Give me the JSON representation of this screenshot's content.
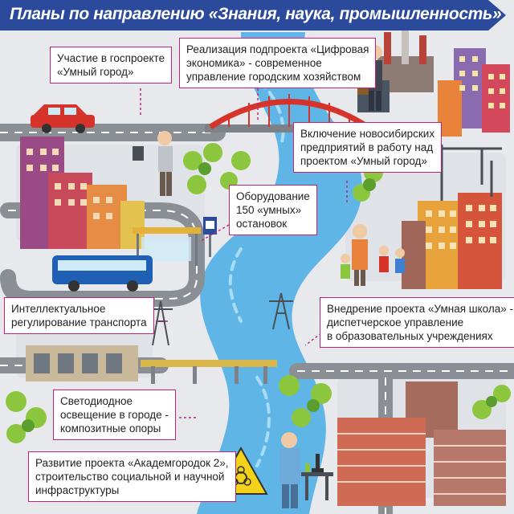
{
  "title": "Планы по направлению «Знания, наука, промышленность»",
  "colors": {
    "banner": "#2b4a9c",
    "accent": "#c2227a",
    "river": "#5fb6e6",
    "road": "#8a8f96",
    "bus": "#1f5fb4",
    "ground": "#e7e9ec"
  },
  "icons": [
    "car-icon",
    "bus-icon",
    "bridge-icon",
    "crane-icon",
    "biohazard-icon",
    "microscope-icon",
    "power-tower-icon",
    "bus-stop-sign-icon"
  ],
  "captions": [
    {
      "id": "smart-city",
      "lines": [
        "Участие в госпроекте",
        "«Умный город»"
      ]
    },
    {
      "id": "digital-economy",
      "lines": [
        "Реализация подпроекта «Цифровая",
        "экономика» - современное",
        "управление городским хозяйством"
      ]
    },
    {
      "id": "enterprises",
      "lines": [
        "Включение новосибирских",
        "предприятий в работу над",
        "проектом «Умный город»"
      ]
    },
    {
      "id": "smart-stops",
      "lines": [
        "Оборудование",
        "150 «умных»",
        "остановок"
      ]
    },
    {
      "id": "traffic",
      "lines": [
        "Интеллектуальное",
        "регулирование транспорта"
      ]
    },
    {
      "id": "smart-school",
      "lines": [
        "Внедрение проекта «Умная школа» -",
        "диспетчерское управление",
        "в образовательных учреждениях"
      ]
    },
    {
      "id": "led-lighting",
      "lines": [
        "Светодиодное",
        "освещение в городе -",
        "композитные опоры"
      ]
    },
    {
      "id": "akademgorodok",
      "lines": [
        "Развитие проекта «Академгородок 2»,",
        "строительство социальной и научной",
        "инфраструктуры"
      ]
    }
  ]
}
